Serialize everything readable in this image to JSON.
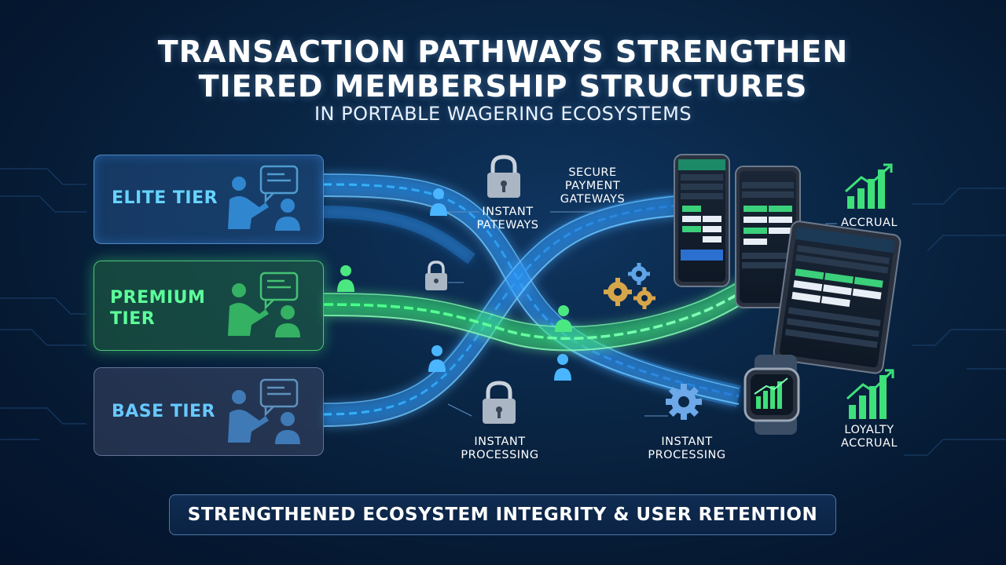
{
  "title": {
    "line1": "TRANSACTION PATHWAYS STRENGTHEN",
    "line2": "TIERED MEMBERSHIP STRUCTURES",
    "line3": "IN PORTABLE WAGERING ECOSYSTEMS"
  },
  "tiers": [
    {
      "label": "ELITE TIER",
      "color": "#67d3ff"
    },
    {
      "label_line1": "PREMIUM",
      "label_line2": "TIER",
      "color": "#5dff9a"
    },
    {
      "label": "BASE TIER",
      "color": "#67c8ff"
    }
  ],
  "labels": {
    "instant_patewways_1": "INSTANT",
    "instant_patewways_2": "PATEWAYS",
    "secure_1": "SECURE",
    "secure_2": "PAYMENT",
    "secure_3": "GATEWAYS",
    "processing_left_1": "INSTANT",
    "processing_left_2": "PROCESSING",
    "processing_right_1": "INSTANT",
    "processing_right_2": "PROCESSING",
    "accrual": "ACCRUAL",
    "loyalty_1": "LOYALTY",
    "loyalty_2": "ACCRUAL"
  },
  "banner": "STRENGTHENED ECOSYSTEM INTEGRITY & USER RETENTION",
  "icons": [
    "presenter-icon",
    "chat-bubble-icon",
    "user-icon",
    "padlock-icon",
    "gear-icon",
    "smartphone-icon",
    "tablet-icon",
    "smartwatch-icon",
    "growth-chart-icon"
  ],
  "colors": {
    "blue_flow": "#35a8ff",
    "green_flow": "#3cff7a",
    "background": "#0a2747",
    "accent_green": "#3ee07a"
  }
}
